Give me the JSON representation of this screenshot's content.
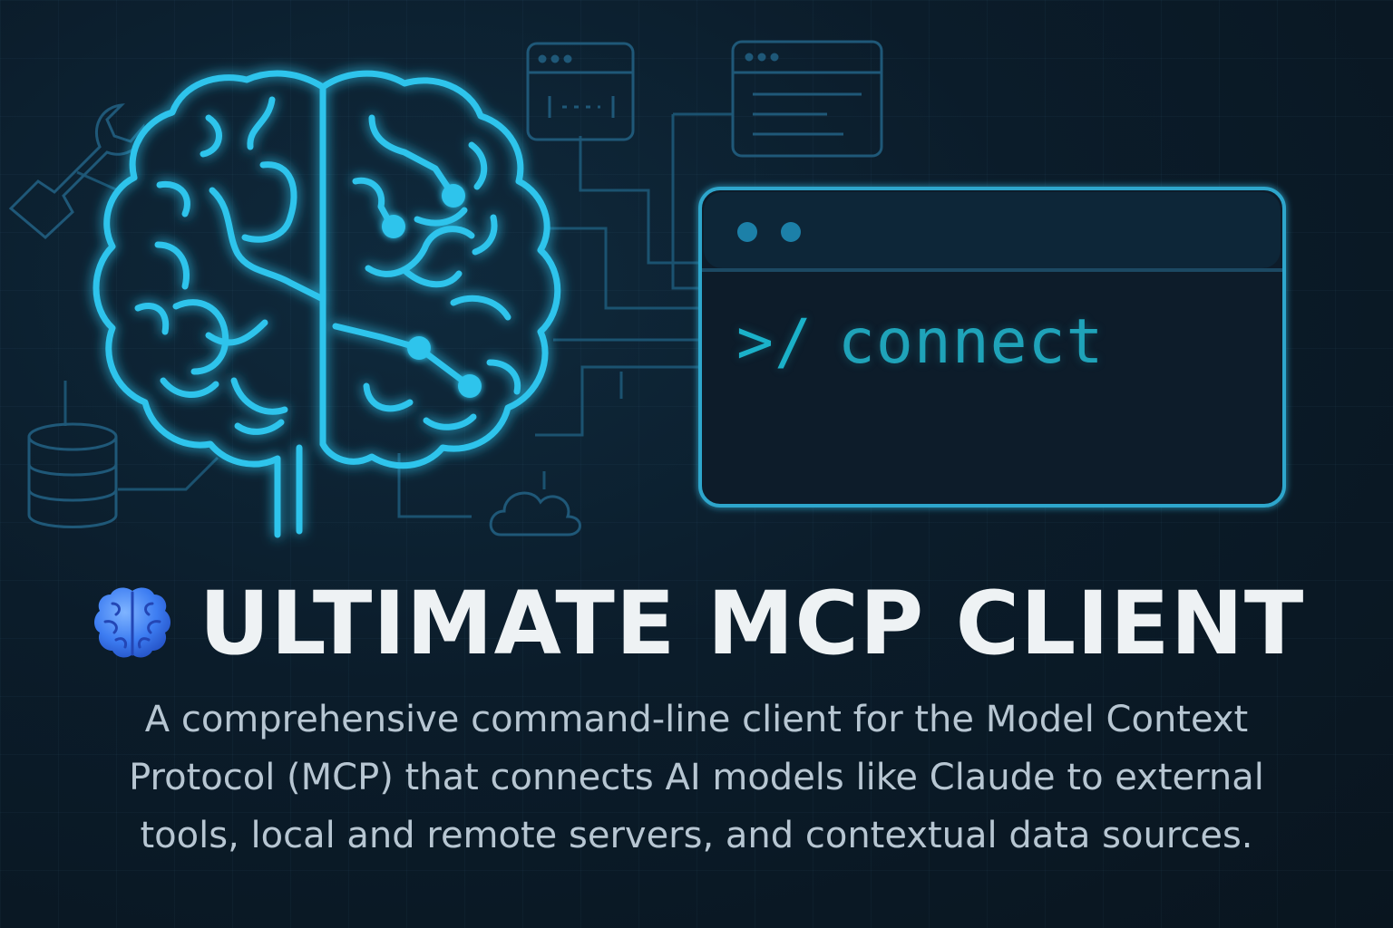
{
  "terminal": {
    "prompt": ">/",
    "command": "connect"
  },
  "title": {
    "emoji_icon": "brain-icon",
    "text": "ULTIMATE MCP CLIENT"
  },
  "description": {
    "lines": [
      "A comprehensive command-line client for the Model Context",
      "Protocol (MCP) that connects AI models like Claude to external",
      "tools, local and remote servers, and contextual data sources."
    ]
  },
  "colors": {
    "background": "#0b1a26",
    "accent_cyan": "#2ec4ec",
    "terminal_text": "#1fa3b9",
    "title": "#eef2f4",
    "description": "#b7c6d2"
  }
}
